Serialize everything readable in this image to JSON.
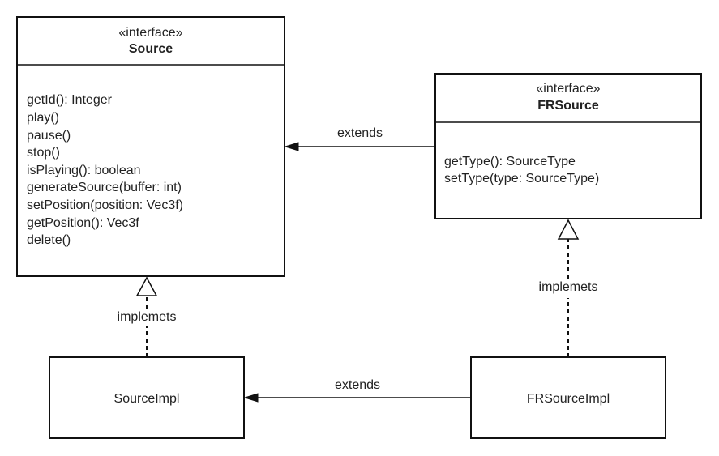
{
  "classes": {
    "source": {
      "stereotype": "«interface»",
      "name": "Source",
      "methods": [
        "getId(): Integer",
        "play()",
        "pause()",
        "stop()",
        "isPlaying(): boolean",
        "generateSource(buffer: int)",
        "setPosition(position: Vec3f)",
        "getPosition(): Vec3f",
        "delete()"
      ]
    },
    "fr_source": {
      "stereotype": "«interface»",
      "name": "FRSource",
      "methods": [
        "getType(): SourceType",
        "setType(type: SourceType)"
      ]
    },
    "source_impl": {
      "name": "SourceImpl"
    },
    "fr_source_impl": {
      "name": "FRSourceImpl"
    }
  },
  "relations": {
    "fr_source_extends_source": "extends",
    "source_impl_implements_source": "implemets",
    "fr_source_impl_implements_fr_source": "implemets",
    "fr_source_impl_extends_source_impl": "extends"
  },
  "colors": {
    "line": "#111111",
    "text": "#222222",
    "background": "#ffffff"
  }
}
